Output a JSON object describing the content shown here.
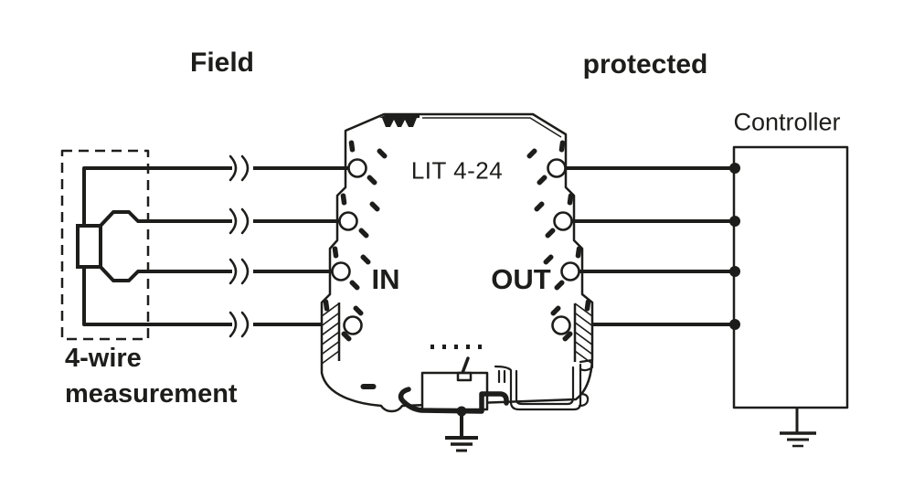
{
  "diagram": {
    "zone_labels": {
      "field": "Field",
      "protected": "protected"
    },
    "device": {
      "model": "LIT 4-24",
      "input_label": "IN",
      "output_label": "OUT"
    },
    "controller": {
      "label": "Controller"
    },
    "sensor": {
      "caption_line1": "4-wire",
      "caption_line2": "measurement"
    },
    "icons": {
      "wire_break_icon": "))",
      "earth_ground_icon": "⏚",
      "din_rail_claw_icon": "⌅",
      "terminal_circle_icon": "○",
      "junction_dot_icon": "●"
    },
    "colors": {
      "ink": "#1d1d1b",
      "background": "#ffffff"
    }
  }
}
